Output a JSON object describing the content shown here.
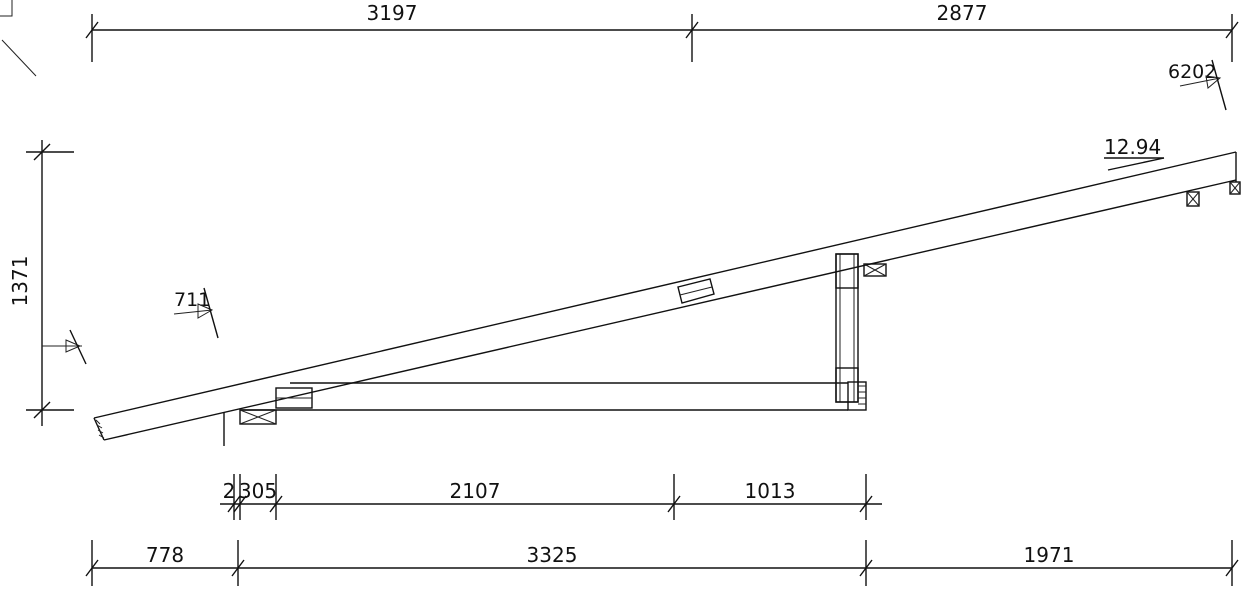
{
  "dimensions": {
    "top": [
      "3197",
      "2877"
    ],
    "middle": [
      "2",
      "305",
      "2107",
      "1013"
    ],
    "bottom": [
      "778",
      "3325",
      "1971"
    ],
    "height": "1371"
  },
  "annotations": {
    "slope_right": "12.94",
    "left_mark": "711",
    "right_mark": "6202"
  },
  "colors": {
    "line": "#111111",
    "background": "#ffffff"
  }
}
